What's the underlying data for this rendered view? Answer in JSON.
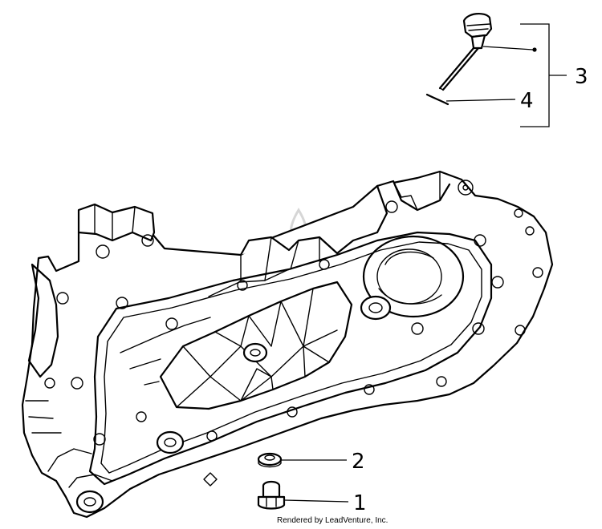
{
  "callouts": [
    {
      "id": "1",
      "label": "1",
      "part": "drain-plug"
    },
    {
      "id": "2",
      "label": "2",
      "part": "sealing-washer"
    },
    {
      "id": "3",
      "label": "3",
      "part": "oil-dipstick-assembly"
    },
    {
      "id": "4",
      "label": "4",
      "part": "o-ring"
    }
  ],
  "credit": "Rendered by LeadVenture, Inc.",
  "icons": {
    "watermark": "flame-watermark-icon"
  },
  "colors": {
    "line": "#000000",
    "background": "#ffffff",
    "watermark": "#d6d6d6"
  }
}
